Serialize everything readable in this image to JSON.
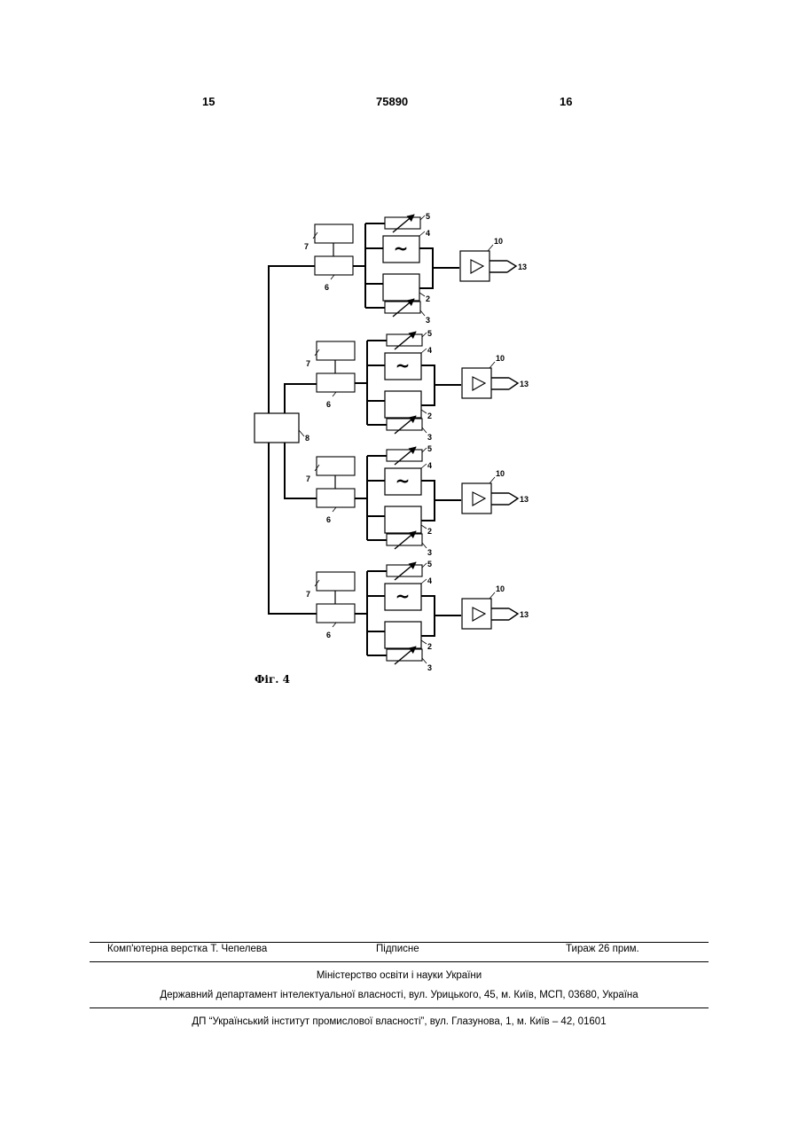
{
  "header": {
    "left_page": "15",
    "patent_number": "75890",
    "right_page": "16"
  },
  "figure": {
    "caption": "Фіг. 4",
    "labels": {
      "block_2": "2",
      "block_3": "3",
      "block_4": "4",
      "block_5": "5",
      "block_6": "6",
      "block_7": "7",
      "block_8": "8",
      "block_10": "10",
      "output_13": "13",
      "generator_symbol": "~"
    }
  },
  "footer": {
    "layout": "Комп'ютерна верстка Т. Чепелева",
    "signed": "Підписне",
    "circulation": "Тираж 26 прим.",
    "ministry": "Міністерство освіти і науки України",
    "department": "Державний департамент інтелектуальної власності, вул. Урицького, 45, м. Київ, МСП, 03680, Україна",
    "institute": "ДП “Український інститут промислової власності”, вул. Глазунова, 1, м. Київ – 42, 01601"
  }
}
